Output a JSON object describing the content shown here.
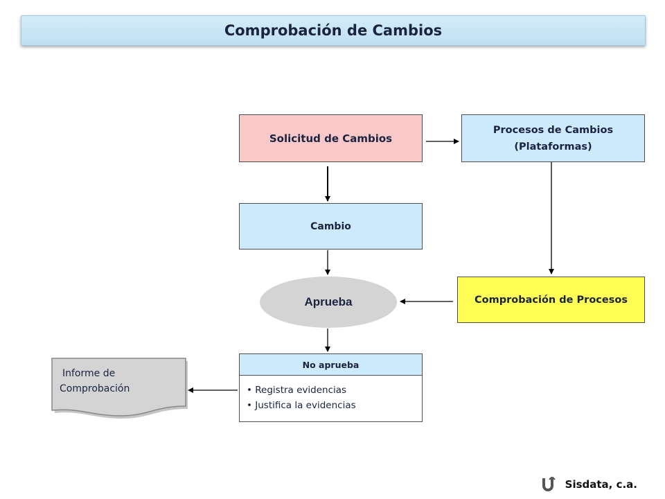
{
  "title": "Comprobación de Cambios",
  "nodes": {
    "solicitud": "Solicitud  de Cambios",
    "procesos_line1": "Procesos  de Cambios",
    "procesos_line2": "(Plataformas)",
    "cambio": "Cambio",
    "aprueba": "Aprueba",
    "comprobacion_procesos": "Comprobación de Procesos",
    "no_aprueba": {
      "header": "No aprueba",
      "items": [
        "Registra evidencias",
        "Justifica la evidencias"
      ]
    },
    "informe_line1": "Informe de",
    "informe_line2": "Comprobación"
  },
  "footer": {
    "brand": "Sisdata, c.a.",
    "icon": "return-arrow-icon"
  },
  "colors": {
    "title_bg": "#c8e6f6",
    "pink": "#f9c9c9",
    "light_blue": "#cdeafc",
    "yellow": "#ffff55",
    "gray": "#d4d4d4",
    "text": "#1a2340"
  }
}
